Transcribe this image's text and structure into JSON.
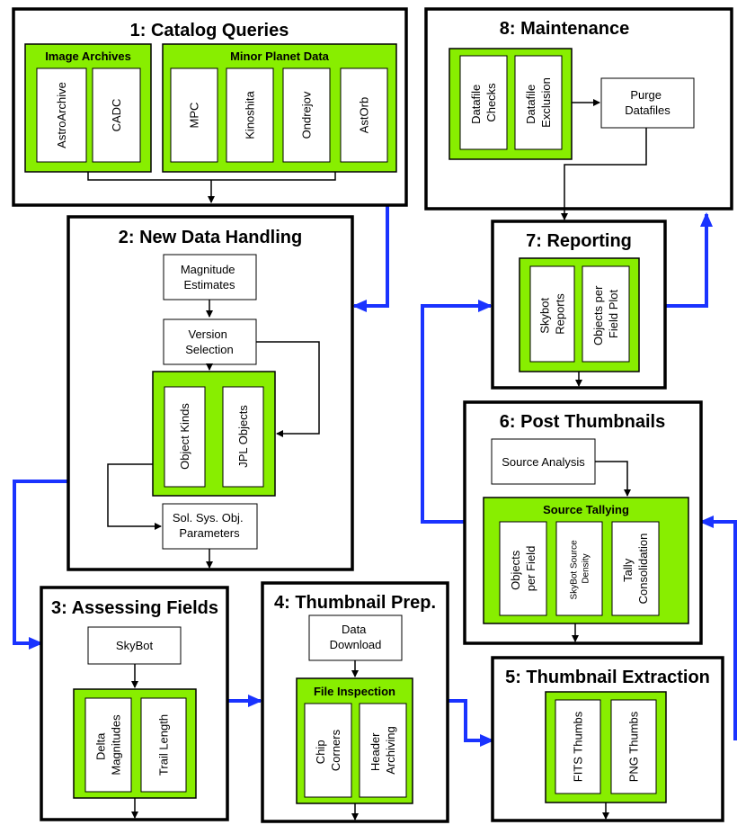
{
  "stages": {
    "s1": {
      "title": "1: Catalog Queries"
    },
    "s2": {
      "title": "2: New Data Handling"
    },
    "s3": {
      "title": "3: Assessing Fields"
    },
    "s4": {
      "title": "4: Thumbnail Prep."
    },
    "s5": {
      "title": "5: Thumbnail Extraction"
    },
    "s6": {
      "title": "6: Post Thumbnails"
    },
    "s7": {
      "title": "7: Reporting"
    },
    "s8": {
      "title": "8: Maintenance"
    }
  },
  "groups": {
    "image_archives": "Image Archives",
    "minor_planet_data": "Minor Planet Data",
    "file_inspection": "File Inspection",
    "source_tallying": "Source Tallying"
  },
  "boxes": {
    "astroarchive": "AstroArchive",
    "cadc": "CADC",
    "mpc": "MPC",
    "kinoshita": "Kinoshita",
    "ondrejov": "Ondrejov",
    "astorb": "AstOrb",
    "magnitude_estimates": [
      "Magnitude",
      "Estimates"
    ],
    "version_selection": [
      "Version",
      "Selection"
    ],
    "object_kinds": "Object Kinds",
    "jpl_objects": "JPL Objects",
    "sol_sys_obj_params": [
      "Sol. Sys. Obj.",
      "Parameters"
    ],
    "skybot": "SkyBot",
    "delta_magnitudes": [
      "Delta",
      "Magnitudes"
    ],
    "trail_length": "Trail Length",
    "data_download": [
      "Data",
      "Download"
    ],
    "chip_corners": [
      "Chip",
      "Corners"
    ],
    "header_archiving": [
      "Header",
      "Archiving"
    ],
    "fits_thumbs": "FITS Thumbs",
    "png_thumbs": "PNG Thumbs",
    "source_analysis": "Source Analysis",
    "objects_per_field": [
      "Objects",
      "per Field"
    ],
    "skybot_source_density": [
      "SkyBot Source",
      "Density"
    ],
    "tally_consolidation": [
      "Tally",
      "Consolidation"
    ],
    "skybot_reports": [
      "Skybot",
      "Reports"
    ],
    "objects_per_field_plot": [
      "Objects per",
      "Field Plot"
    ],
    "datafile_checks": [
      "Datafile",
      "Checks"
    ],
    "datafile_exclusion": [
      "Datafile",
      "Exclusion"
    ],
    "purge_datafiles": [
      "Purge",
      "Datafiles"
    ]
  },
  "colors": {
    "group_fill": "#88ee00",
    "flow_arrow": "#1a33ff",
    "outline": "#000000",
    "box_fill": "#ffffff"
  }
}
